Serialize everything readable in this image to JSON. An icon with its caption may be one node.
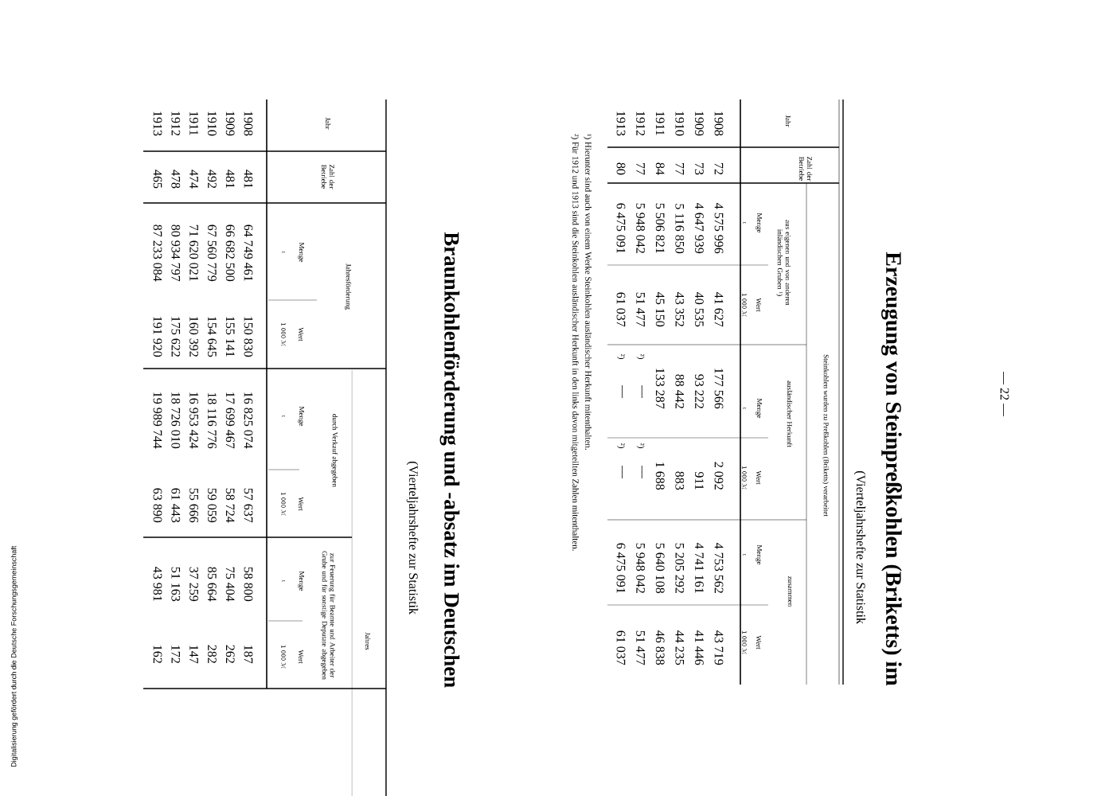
{
  "diagram": {
    "title": "Erzeugung von Steinpreßkohlen (Briketts) im",
    "labels": [
      "— 22 —",
      "(Vierteljahrshefte zur Statistik",
      "Steinkohlen wurden zu Preßkohlen (Briketts) verarbeitet",
      "Jahr",
      "Zahl der Betriebe",
      "aus eigenen und von anderen inländischen Gruben ¹)",
      "ausländischer Herkunft",
      "zusammen",
      "Menge",
      "t",
      "Wert",
      "1 000 ℳ",
      "Menge",
      "t",
      "Wert",
      "1 000 ℳ",
      "Menge",
      "t",
      "Wert",
      "1 000 ℳ",
      "1908",
      "72",
      "4 575 996",
      "41 627",
      "177 566",
      "2 092",
      "4 753 562",
      "43 719",
      "1909",
      "73",
      "4 647 939",
      "40 535",
      "93 222",
      "911",
      "4 741 161",
      "41 446",
      "1910",
      "77",
      "5 116 850",
      "43 352",
      "88 442",
      "883",
      "5 205 292",
      "44 235",
      "1911",
      "84",
      "5 506 821",
      "45 150",
      "133 287",
      "1 688",
      "5 640 108",
      "46 838",
      "1912",
      "77",
      "5 948 042",
      "51 477",
      "²)",
      "—",
      "²)",
      "—",
      "5 948 042",
      "51 477",
      "1913",
      "80",
      "6 475 091",
      "61 037",
      "²)",
      "—",
      "²)",
      "—",
      "6 475 091",
      "61 037",
      "¹) Hierunter sind auch von einem Werke Steinkohlen ausländischer Herkunft mitenthalten.",
      "²) Für 1912 und 1913 sind die Steinkohlen ausländischer Herkunft in den links davon mitgeteilten Zahlen mitenthalten.",
      "Braunkohlenförderung und -absatz im Deutschen",
      "(Vierteljahrshefte zur Statistik",
      "Jahres",
      "Jahr",
      "Zahl der Betriebe",
      "Jahresförderung",
      "durch Verkauf abgegeben",
      "zur Feuerung für Beamte und Arbeiter der Grube und für sonstige Deputate abgegeben",
      "Menge",
      "t",
      "Wert",
      "1 000 ℳ",
      "Menge",
      "t",
      "Wert",
      "1 000 ℳ",
      "Menge",
      "t",
      "Wert",
      "1 000 ℳ",
      "1908",
      "481",
      "64 749 461",
      "150 830",
      "16 825 074",
      "57 637",
      "58 800",
      "187",
      "1909",
      "481",
      "66 682 500",
      "155 141",
      "17 699 467",
      "58 724",
      "75 404",
      "262",
      "1910",
      "492",
      "67 560 779",
      "154 645",
      "18 116 776",
      "59 059",
      "85 664",
      "282",
      "1911",
      "474",
      "71 620 021",
      "160 392",
      "16 953 424",
      "55 666",
      "37 259",
      "147",
      "1912",
      "478",
      "80 934 797",
      "175 622",
      "18 726 010",
      "61 443",
      "51 163",
      "172",
      "1913",
      "465",
      "87 233 084",
      "191 920",
      "19 989 744",
      "63 890",
      "43 981",
      "162",
      "Digitalisierung gefördert durch die Deutsche Forschungsgemeinschaft"
    ]
  }
}
